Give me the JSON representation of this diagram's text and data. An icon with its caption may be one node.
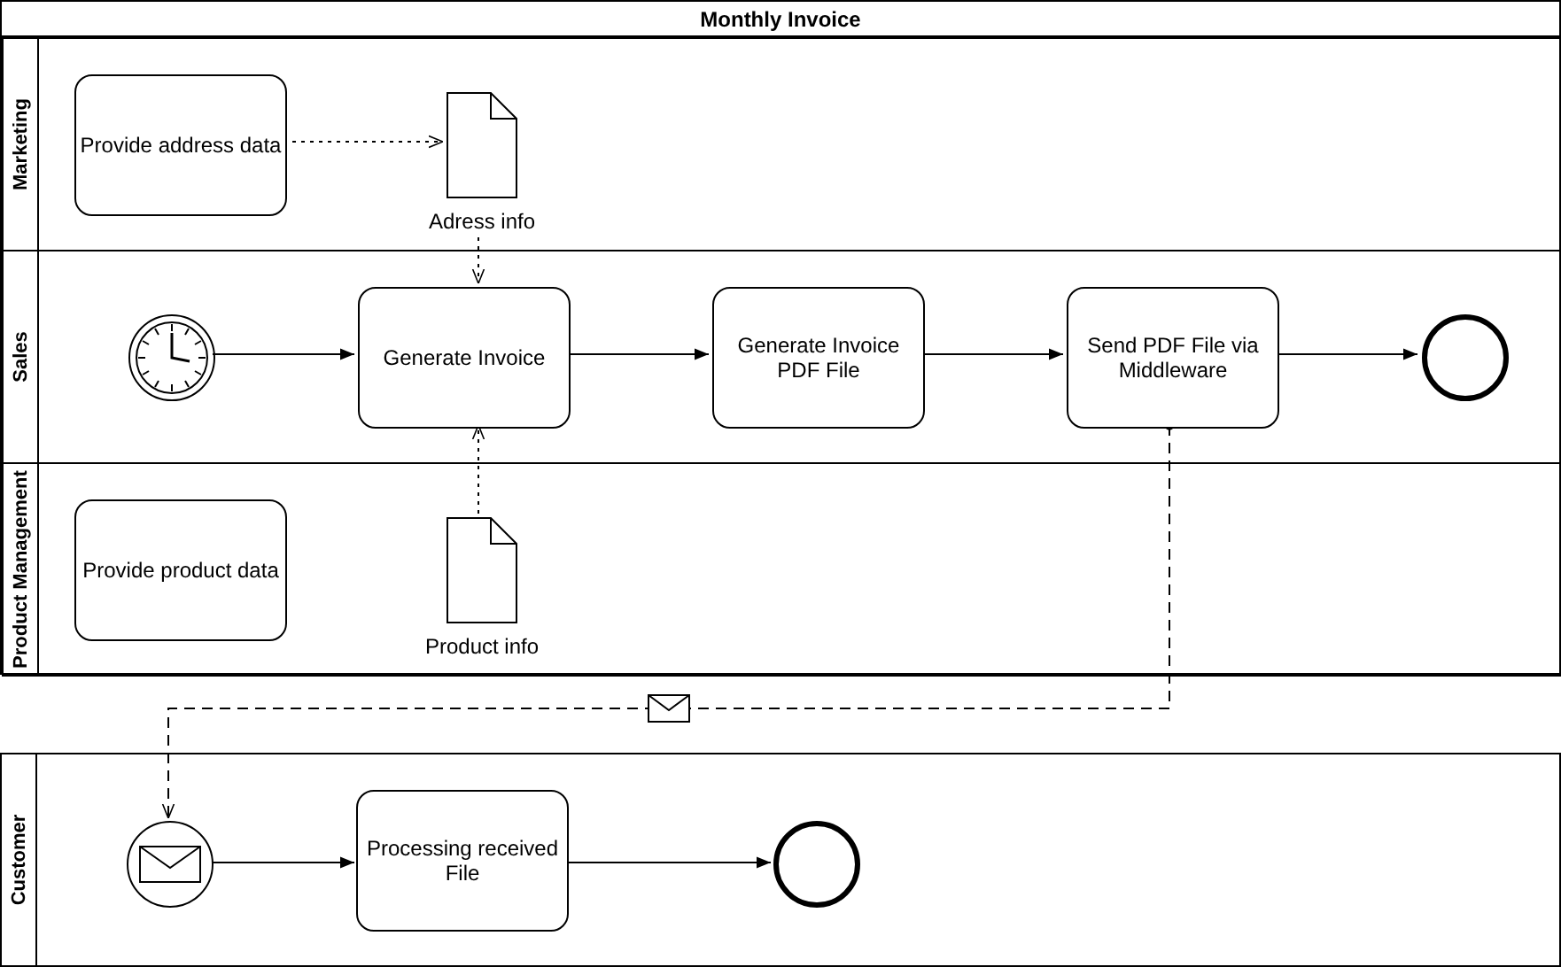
{
  "diagram": {
    "nodes": [
      {
        "text": [
          "Monthly Invoice"
        ]
      },
      {
        "text": [
          "Marketing"
        ],
        "in": 0
      },
      {
        "text": [
          "Sales"
        ],
        "in": 0
      },
      {
        "text": [
          "Product Management"
        ],
        "in": 0
      },
      {
        "text": [
          "Provide address data"
        ],
        "in": 1
      },
      {
        "text": [
          "Adress info"
        ],
        "in": 1
      },
      {
        "text": [],
        "shape": "circle",
        "in": 2
      },
      {
        "text": [
          "Generate Invoice"
        ],
        "in": 2
      },
      {
        "text": [
          "Generate Invoice PDF File"
        ],
        "in": 2
      },
      {
        "text": [
          "Send PDF File via Middleware"
        ],
        "in": 2
      },
      {
        "text": [],
        "shape": "circle",
        "in": 2
      },
      {
        "text": [
          "Provide product data"
        ],
        "in": 3
      },
      {
        "text": [
          "Product info"
        ],
        "in": 3
      },
      {
        "text": [
          "Customer"
        ]
      },
      {
        "text": [],
        "shape": "circle",
        "in": 13
      },
      {
        "text": [
          "Processing received File"
        ],
        "in": 13
      },
      {
        "text": [],
        "shape": "circle",
        "in": 13
      }
    ],
    "edges": [
      {
        "from": 4,
        "to": 5,
        "arrow": "to",
        "style": "dashed"
      },
      {
        "from": 5,
        "to": 7,
        "arrow": "to",
        "style": "dashed"
      },
      {
        "from": 12,
        "to": 7,
        "arrow": "to",
        "style": "dashed"
      },
      {
        "from": 6,
        "to": 7,
        "arrow": "to"
      },
      {
        "from": 7,
        "to": 8,
        "arrow": "to"
      },
      {
        "from": 8,
        "to": 9,
        "arrow": "to"
      },
      {
        "from": 9,
        "to": 10,
        "arrow": "to"
      },
      {
        "from": 9,
        "to": 14,
        "arrow": "to",
        "style": "dashed"
      },
      {
        "from": 14,
        "to": 15,
        "arrow": "to"
      },
      {
        "from": 15,
        "to": 16,
        "arrow": "to"
      }
    ]
  }
}
